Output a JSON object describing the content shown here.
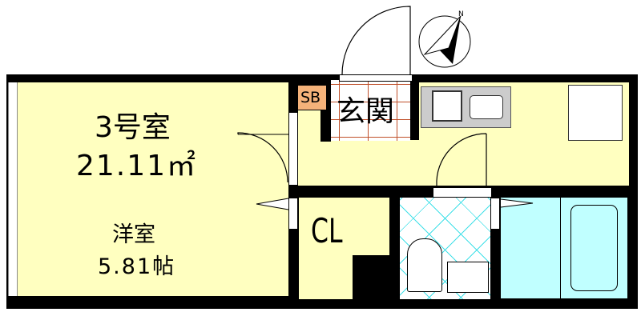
{
  "unit": {
    "name": "3号室",
    "area": "21.11㎡"
  },
  "rooms": {
    "western_room": {
      "label": "洋室",
      "size": "5.81帖"
    },
    "entrance": {
      "label": "玄関"
    },
    "shoe_box": {
      "label": "SB"
    },
    "closet": {
      "label": "CL"
    }
  },
  "colors": {
    "room": "#ffffc0",
    "bath": "#c0ffff",
    "shoe_box": "#f5b27a",
    "wall": "#000000",
    "grid_red": "#c0502a",
    "tile_cyan": "#40e0e8"
  }
}
